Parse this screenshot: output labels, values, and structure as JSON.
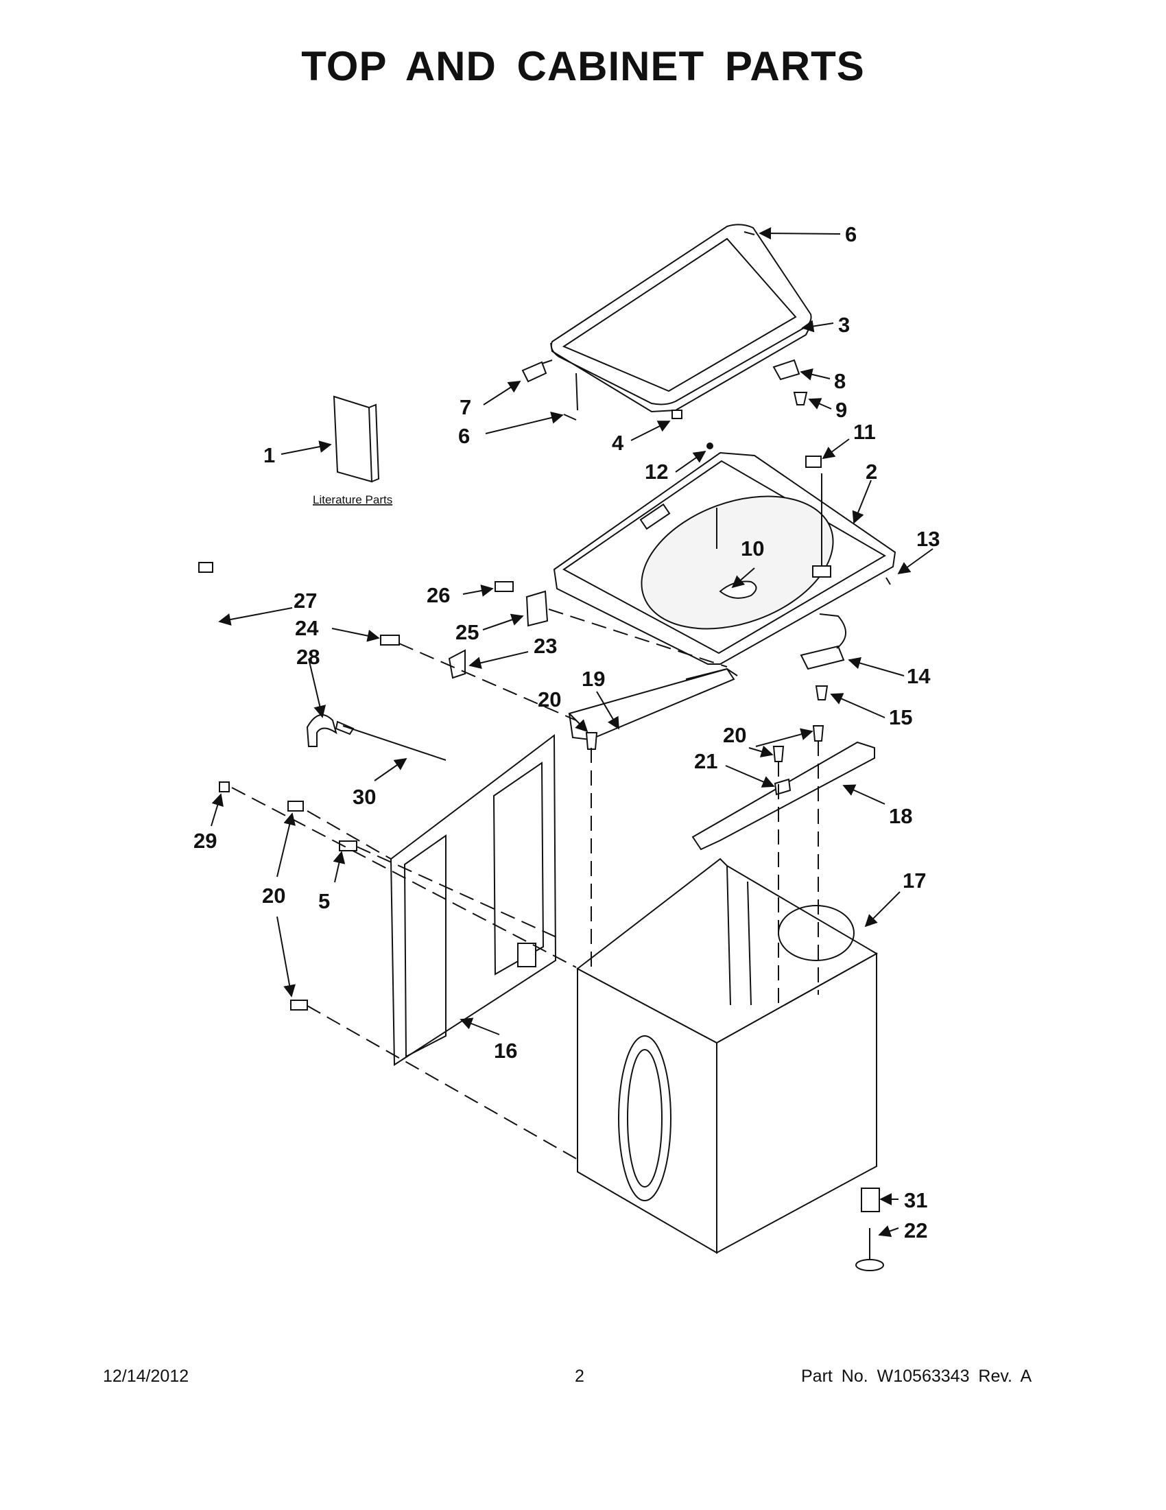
{
  "title": "TOP AND CABINET PARTS",
  "literature_label": "Literature Parts",
  "footer": {
    "date": "12/14/2012",
    "page": "2",
    "part_text": "Part No.  W10563343  Rev.  A"
  },
  "callouts": [
    {
      "id": "c6a",
      "label": "6"
    },
    {
      "id": "c3",
      "label": "3"
    },
    {
      "id": "c8",
      "label": "8"
    },
    {
      "id": "c7",
      "label": "7"
    },
    {
      "id": "c9",
      "label": "9"
    },
    {
      "id": "c6b",
      "label": "6"
    },
    {
      "id": "c4",
      "label": "4"
    },
    {
      "id": "c11",
      "label": "11"
    },
    {
      "id": "c1",
      "label": "1"
    },
    {
      "id": "c12",
      "label": "12"
    },
    {
      "id": "c2",
      "label": "2"
    },
    {
      "id": "c13",
      "label": "13"
    },
    {
      "id": "c10",
      "label": "10"
    },
    {
      "id": "c26",
      "label": "26"
    },
    {
      "id": "c27",
      "label": "27"
    },
    {
      "id": "c24",
      "label": "24"
    },
    {
      "id": "c25",
      "label": "25"
    },
    {
      "id": "c23",
      "label": "23"
    },
    {
      "id": "c28",
      "label": "28"
    },
    {
      "id": "c14",
      "label": "14"
    },
    {
      "id": "c20a",
      "label": "20"
    },
    {
      "id": "c19",
      "label": "19"
    },
    {
      "id": "c15",
      "label": "15"
    },
    {
      "id": "c20b",
      "label": "20"
    },
    {
      "id": "c21",
      "label": "21"
    },
    {
      "id": "c30",
      "label": "30"
    },
    {
      "id": "c18",
      "label": "18"
    },
    {
      "id": "c29",
      "label": "29"
    },
    {
      "id": "c17",
      "label": "17"
    },
    {
      "id": "c20c",
      "label": "20"
    },
    {
      "id": "c5",
      "label": "5"
    },
    {
      "id": "c16",
      "label": "16"
    },
    {
      "id": "c31",
      "label": "31"
    },
    {
      "id": "c22",
      "label": "22"
    }
  ]
}
